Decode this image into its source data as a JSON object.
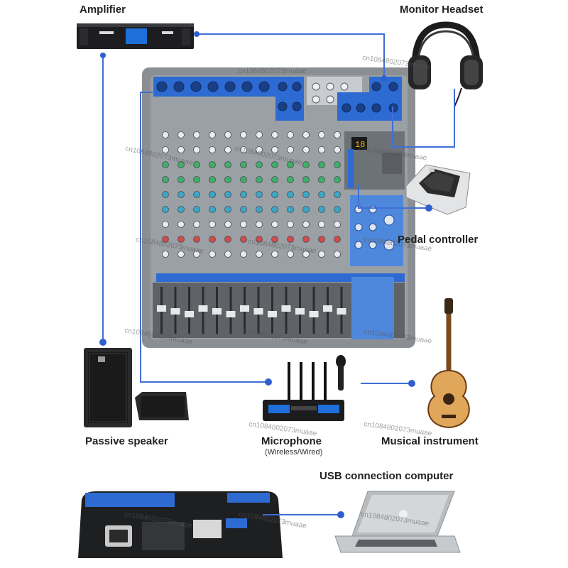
{
  "labels": {
    "amplifier": "Amplifier",
    "monitor_headset": "Monitor Headset",
    "pedal_controller": "Pedal controller",
    "passive_speaker": "Passive speaker",
    "microphone": "Microphone",
    "microphone_sub": "(Wireless/Wired)",
    "musical_instrument": "Musical instrument",
    "usb_computer": "USB connection computer"
  },
  "watermark": "cn1084802073muaae",
  "colors": {
    "wire": "#3f6fd6",
    "dot": "#2f5fcf",
    "panel_blue": "#2d6bd2",
    "mixer_body": "#8b8f93"
  },
  "icons": {
    "amplifier": "power-amplifier-icon",
    "headset": "headphones-icon",
    "pedal": "foot-pedal-icon",
    "speaker": "speaker-icon",
    "microphone": "microphone-icon",
    "guitar": "guitar-icon",
    "laptop": "laptop-icon"
  }
}
